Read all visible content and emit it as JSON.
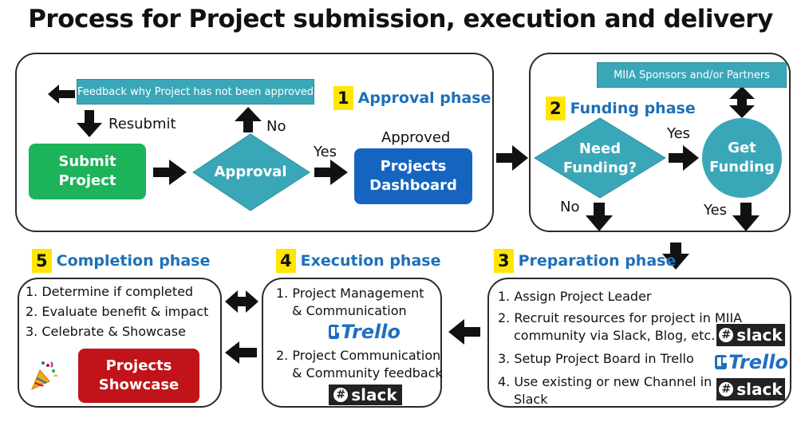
{
  "title": "Process for Project submission, execution and delivery",
  "colors": {
    "teal": "#3aa7b8",
    "green": "#1db35a",
    "blue": "#1565c0",
    "red": "#c0131a",
    "phase": "#1e6fb8",
    "yellow": "#ffe600"
  },
  "approval": {
    "num": "1",
    "label": "Approval phase",
    "feedback": "Feedback why Project has not been approved",
    "resubmit": "Resubmit",
    "no": "No",
    "yes": "Yes",
    "approved": "Approved",
    "submit": "Submit Project",
    "decision": "Approval",
    "dashboard": "Projects Dashboard"
  },
  "funding": {
    "num": "2",
    "label": "Funding phase",
    "sponsors": "MIIA Sponsors and/or Partners",
    "decision": "Need Funding?",
    "get": "Get Funding",
    "yes": "Yes",
    "no": "No",
    "yes2": "Yes"
  },
  "preparation": {
    "num": "3",
    "label": "Preparation phase",
    "steps": [
      "1. Assign Project Leader",
      "2. Recruit resources for project in MIIA",
      "community via Slack, Blog, etc.",
      "3. Setup Project Board in Trello",
      "4. Use existing or new Channel in",
      "Slack"
    ]
  },
  "execution": {
    "num": "4",
    "label": "Execution phase",
    "steps": [
      "1. Project Management",
      "& Communication",
      "2. Project Communication",
      "& Community feedback"
    ]
  },
  "completion": {
    "num": "5",
    "label": "Completion phase",
    "steps": [
      "1. Determine if completed",
      "2. Evaluate benefit & impact",
      "3. Celebrate & Showcase"
    ],
    "showcase": "Projects Showcase"
  },
  "logos": {
    "slack": "slack",
    "trello": "Trello"
  },
  "icons": [
    "party-popper-icon",
    "slack-logo-icon",
    "trello-logo-icon"
  ]
}
